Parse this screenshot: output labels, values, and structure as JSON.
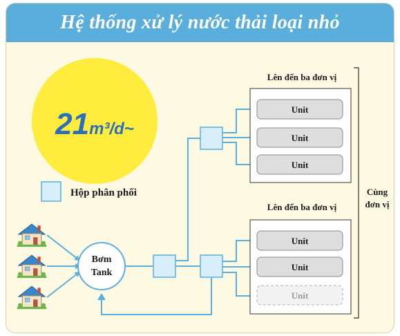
{
  "title": "Hệ thống xử lý nước thải loại nhỏ",
  "capacity": {
    "number": "21",
    "unit": "m³/d~"
  },
  "legend": {
    "label": "Hộp phân phối"
  },
  "tank": {
    "line1": "Bơm",
    "line2": "Tank"
  },
  "groups": [
    {
      "label": "Lên đến ba đơn vị",
      "units": [
        "Unit",
        "Unit",
        "Unit"
      ]
    },
    {
      "label": "Lên đến ba đơn vị",
      "units": [
        "Unit",
        "Unit",
        "Unit"
      ]
    }
  ],
  "bracket": {
    "line1": "Cùng",
    "line2": "đơn vị"
  },
  "colors": {
    "banner": "#5aaedb",
    "panel": "#fdf9e2",
    "circle": "#ffec3d",
    "capacity_text": "#2a6fb8",
    "pipe": "#5aaedb",
    "box_fill": "#d8eef9",
    "unit_fill": "#dedede"
  }
}
